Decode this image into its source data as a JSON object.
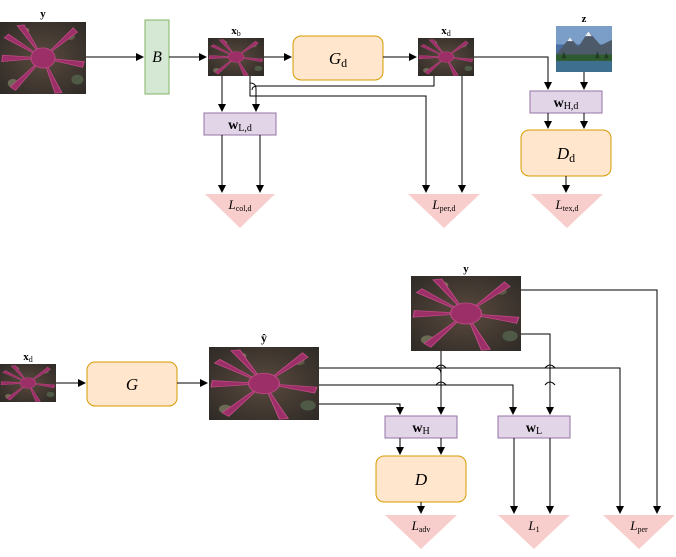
{
  "colors": {
    "generator_fill": "#ffe6cc",
    "generator_stroke": "#d79b00",
    "blur_fill": "#d5e8d4",
    "blur_stroke": "#82b366",
    "wavelet_fill": "#e1d5e7",
    "wavelet_stroke": "#9673a6",
    "loss_fill": "#f8cecc",
    "image_main": "#8a2a5a",
    "image_bg": "#3e3a33",
    "mountain_sky": "#4a6fa5"
  },
  "top": {
    "y_label": "y",
    "blur_op": "B",
    "xb_label": "x",
    "xb_sub": "b",
    "gen_label": "G",
    "gen_sub": "d",
    "xd_label": "x",
    "xd_sub": "d",
    "z_label": "z",
    "wl_label": "w",
    "wl_sub": "L,d",
    "wh_label": "w",
    "wh_sub": "H,d",
    "disc_label": "D",
    "disc_sub": "d",
    "loss_col": "L",
    "loss_col_sub": "col,d",
    "loss_per": "L",
    "loss_per_sub": "per,d",
    "loss_tex": "L",
    "loss_tex_sub": "tex,d"
  },
  "bottom": {
    "xd_label": "x",
    "xd_sub": "d",
    "gen_label": "G",
    "yhat_label": "ŷ",
    "y_label": "y",
    "wh_label": "w",
    "wh_sub": "H",
    "wl_label": "w",
    "wl_sub": "L",
    "disc_label": "D",
    "loss_adv": "L",
    "loss_adv_sub": "adv",
    "loss_1": "L",
    "loss_1_sub": "1",
    "loss_per": "L",
    "loss_per_sub": "per"
  }
}
